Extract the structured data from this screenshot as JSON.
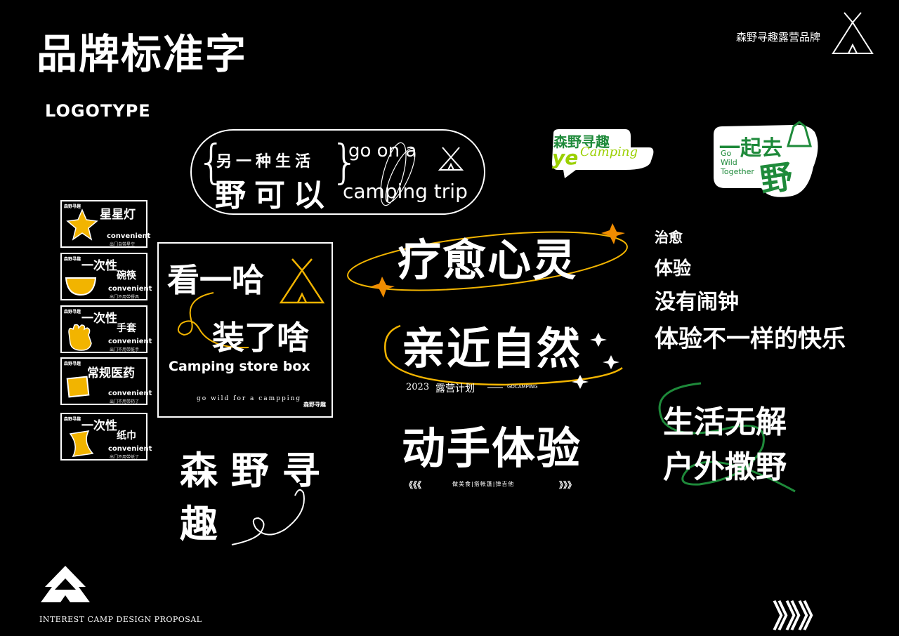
{
  "header": {
    "title": "品牌标准字",
    "subtitle": "LOGOTYPE",
    "brand_corner": "森野寻趣露营品牌"
  },
  "footer": {
    "proposal": "INTEREST CAMP DESIGN PROPOSAL",
    "chevrons": "》》》"
  },
  "pill_logo": {
    "line1": "另一种生活",
    "line2": "野可以",
    "en_line1": "go on a",
    "en_line2": "camping trip"
  },
  "sticker_green": {
    "main": "森野寻趣",
    "ye": "ye",
    "camping": "Camping"
  },
  "sticker_together": {
    "main": "一起去",
    "en1": "Go",
    "en2": "Wild",
    "en3": "Together",
    "big": "野"
  },
  "small_cards": [
    {
      "title": "星星灯",
      "sub": "convenient",
      "tiny": "出门自带星空",
      "logo": "森野寻趣"
    },
    {
      "title": "一次性",
      "title2": "碗筷",
      "sub": "convenient",
      "tiny": "出门不用带餐具",
      "logo": "森野寻趣"
    },
    {
      "title": "一次性",
      "title2": "手套",
      "sub": "convenient",
      "tiny": "出门不用带脏手",
      "logo": "森野寻趣"
    },
    {
      "title": "常规医药",
      "sub": "convenient",
      "tiny": "出门不用带药了",
      "logo": "森野寻趣"
    },
    {
      "title": "一次性",
      "title2": "纸巾",
      "sub": "convenient",
      "tiny": "出门不用带纸了",
      "logo": "森野寻趣"
    }
  ],
  "box_card": {
    "line1": "看一哈",
    "line2": "装了啥",
    "en": "Camping store box",
    "tagline": "go wild for a campping",
    "logo": "森野寻趣"
  },
  "brand_name": {
    "line1": "森 野 寻",
    "line2": "趣"
  },
  "heal": {
    "text": "疗愈心灵"
  },
  "close_nature": {
    "text": "亲近自然",
    "year": "2023",
    "plan": "露营计划",
    "en": "GOCAMPING"
  },
  "hands_on": {
    "text": "动手体验",
    "left": "《《《",
    "sub": "做美食|搭帐篷|弹吉他",
    "right": "》》》"
  },
  "right_list": {
    "l1": "治愈",
    "l2": "体验",
    "l3": "没有闹钟",
    "l4": "体验不一样的快乐"
  },
  "life": {
    "l1": "生活无解",
    "l2": "户外撒野"
  },
  "colors": {
    "yellow": "#f2b400",
    "orange": "#f08c00",
    "green": "#1e8a3a",
    "lime": "#9bd000",
    "bg": "#000000"
  }
}
